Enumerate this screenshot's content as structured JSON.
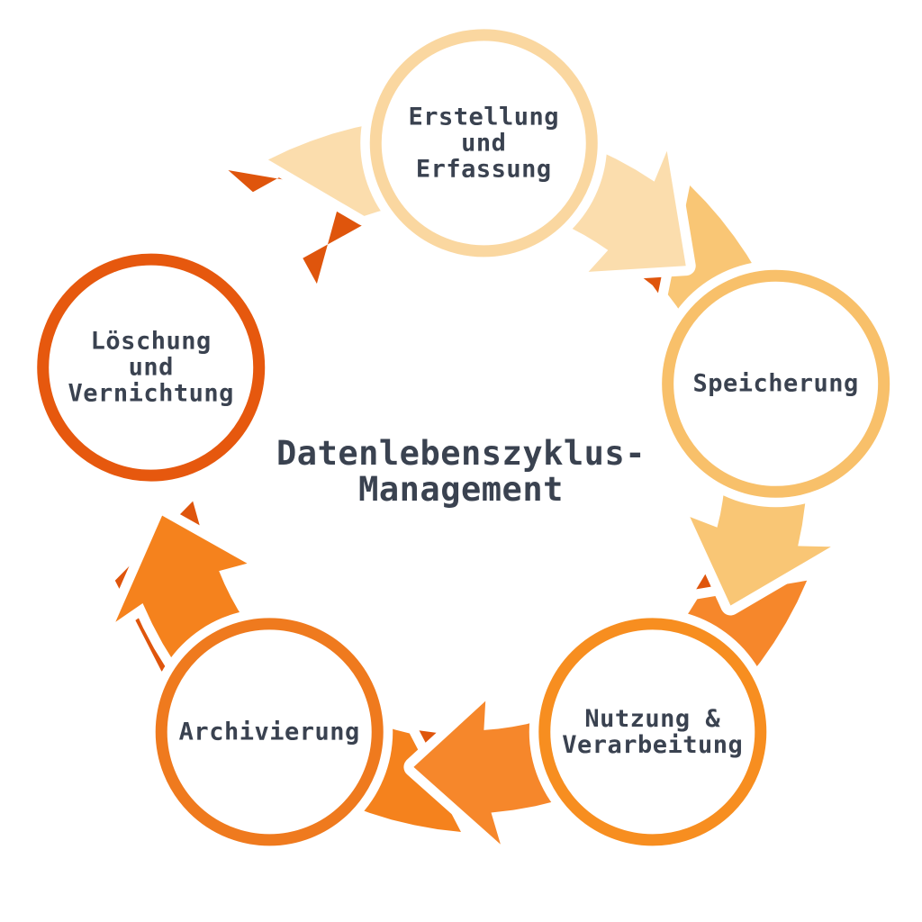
{
  "diagram": {
    "title": "Datenlebenszyklus-\nManagement",
    "text_color": "#3A4250",
    "background_color": "#FFFFFF",
    "flow_direction": "clockwise",
    "nodes": [
      {
        "id": "erstellung-und-erfassung",
        "label": "Erstellung\nund\nErfassung",
        "ring_color": "#FAD7A0",
        "arrow_color": "#FBDDAD"
      },
      {
        "id": "speicherung",
        "label": "Speicherung",
        "ring_color": "#F8C06A",
        "arrow_color": "#F9C675"
      },
      {
        "id": "nutzung-und-verarbeitung",
        "label": "Nutzung &\nVerarbeitung",
        "ring_color": "#F78E20",
        "arrow_color": "#F6872B"
      },
      {
        "id": "archivierung",
        "label": "Archivierung",
        "ring_color": "#EF7A1E",
        "arrow_color": "#F5821D"
      },
      {
        "id": "loeschung-und-vernichtung",
        "label": "Löschung\nund\nVernichtung",
        "ring_color": "#E6580E",
        "arrow_color": "#DF550C"
      }
    ]
  }
}
